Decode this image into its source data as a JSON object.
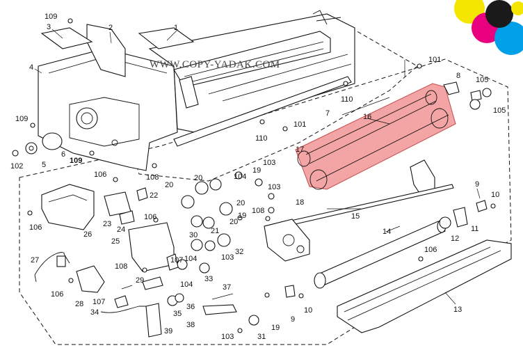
{
  "watermark": "WWW.COPY-YADAK.COM",
  "highlight_color": "#f08a8a",
  "logo_colors": [
    "#f4e600",
    "#e8007f",
    "#00a0e9",
    "#1a1a1a"
  ],
  "callouts": [
    {
      "id": "c1",
      "text": "1"
    },
    {
      "id": "c2",
      "text": "2"
    },
    {
      "id": "c3",
      "text": "3"
    },
    {
      "id": "c4",
      "text": "4"
    },
    {
      "id": "c5",
      "text": "5"
    },
    {
      "id": "c6",
      "text": "6"
    },
    {
      "id": "c7",
      "text": "7"
    },
    {
      "id": "c8",
      "text": "8"
    },
    {
      "id": "c9a",
      "text": "9"
    },
    {
      "id": "c9b",
      "text": "9"
    },
    {
      "id": "c10a",
      "text": "10"
    },
    {
      "id": "c10b",
      "text": "10"
    },
    {
      "id": "c11",
      "text": "11"
    },
    {
      "id": "c12",
      "text": "12"
    },
    {
      "id": "c13",
      "text": "13"
    },
    {
      "id": "c14",
      "text": "14"
    },
    {
      "id": "c15",
      "text": "15"
    },
    {
      "id": "c16",
      "text": "16"
    },
    {
      "id": "c17",
      "text": "17"
    },
    {
      "id": "c18",
      "text": "18"
    },
    {
      "id": "c19a",
      "text": "19"
    },
    {
      "id": "c19b",
      "text": "19"
    },
    {
      "id": "c19c",
      "text": "19"
    },
    {
      "id": "c20a",
      "text": "20"
    },
    {
      "id": "c20b",
      "text": "20"
    },
    {
      "id": "c20c",
      "text": "20"
    },
    {
      "id": "c20d",
      "text": "20"
    },
    {
      "id": "c21",
      "text": "21"
    },
    {
      "id": "c22",
      "text": "22"
    },
    {
      "id": "c23",
      "text": "23"
    },
    {
      "id": "c24",
      "text": "24"
    },
    {
      "id": "c25",
      "text": "25"
    },
    {
      "id": "c26",
      "text": "26"
    },
    {
      "id": "c27",
      "text": "27"
    },
    {
      "id": "c28",
      "text": "28"
    },
    {
      "id": "c29",
      "text": "29"
    },
    {
      "id": "c30",
      "text": "30"
    },
    {
      "id": "c31",
      "text": "31"
    },
    {
      "id": "c32",
      "text": "32"
    },
    {
      "id": "c33",
      "text": "33"
    },
    {
      "id": "c34",
      "text": "34"
    },
    {
      "id": "c35",
      "text": "35"
    },
    {
      "id": "c36",
      "text": "36"
    },
    {
      "id": "c37",
      "text": "37"
    },
    {
      "id": "c38",
      "text": "38"
    },
    {
      "id": "c39",
      "text": "39"
    },
    {
      "id": "c101a",
      "text": "101"
    },
    {
      "id": "c101b",
      "text": "101"
    },
    {
      "id": "c102",
      "text": "102"
    },
    {
      "id": "c103a",
      "text": "103"
    },
    {
      "id": "c103b",
      "text": "103"
    },
    {
      "id": "c103c",
      "text": "103"
    },
    {
      "id": "c103d",
      "text": "103"
    },
    {
      "id": "c104a",
      "text": "104"
    },
    {
      "id": "c104b",
      "text": "104"
    },
    {
      "id": "c104c",
      "text": "104"
    },
    {
      "id": "c105a",
      "text": "105"
    },
    {
      "id": "c105b",
      "text": "105"
    },
    {
      "id": "c106a",
      "text": "106"
    },
    {
      "id": "c106b",
      "text": "106"
    },
    {
      "id": "c106c",
      "text": "106"
    },
    {
      "id": "c106d",
      "text": "106"
    },
    {
      "id": "c106e",
      "text": "106"
    },
    {
      "id": "c107a",
      "text": "107"
    },
    {
      "id": "c107b",
      "text": "107"
    },
    {
      "id": "c108a",
      "text": "108"
    },
    {
      "id": "c108b",
      "text": "108"
    },
    {
      "id": "c108c",
      "text": "108"
    },
    {
      "id": "c109a",
      "text": "109"
    },
    {
      "id": "c109b",
      "text": "109"
    },
    {
      "id": "c109c",
      "text": "109"
    },
    {
      "id": "c110a",
      "text": "110"
    },
    {
      "id": "c110b",
      "text": "110"
    }
  ]
}
